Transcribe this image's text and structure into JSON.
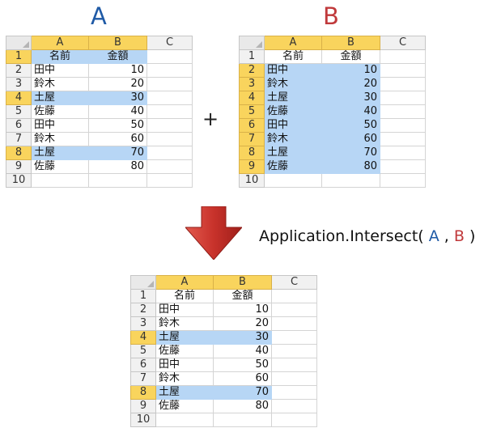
{
  "labels": {
    "a": "A",
    "b": "B",
    "plus": "+",
    "formula_prefix": "Application.Intersect( ",
    "formula_a": "A",
    "formula_sep": " , ",
    "formula_b": "B",
    "formula_suffix": " )"
  },
  "colors": {
    "label_a": "#1f5aa6",
    "label_b": "#c0393b",
    "selection": "#b7d6f5",
    "header_highlight": "#f9d45d",
    "arrow": "#c8322b"
  },
  "icons": {
    "arrow": "down-arrow-icon",
    "corner": "select-all-corner-icon"
  },
  "sheet": {
    "columns": [
      "A",
      "B",
      "C"
    ],
    "rows": [
      {
        "n": "1",
        "a": "名前",
        "b": "金額"
      },
      {
        "n": "2",
        "a": "田中",
        "b": "10"
      },
      {
        "n": "3",
        "a": "鈴木",
        "b": "20"
      },
      {
        "n": "4",
        "a": "土屋",
        "b": "30"
      },
      {
        "n": "5",
        "a": "佐藤",
        "b": "40"
      },
      {
        "n": "6",
        "a": "田中",
        "b": "50"
      },
      {
        "n": "7",
        "a": "鈴木",
        "b": "60"
      },
      {
        "n": "8",
        "a": "土屋",
        "b": "70"
      },
      {
        "n": "9",
        "a": "佐藤",
        "b": "80"
      },
      {
        "n": "10",
        "a": "",
        "b": ""
      }
    ]
  }
}
